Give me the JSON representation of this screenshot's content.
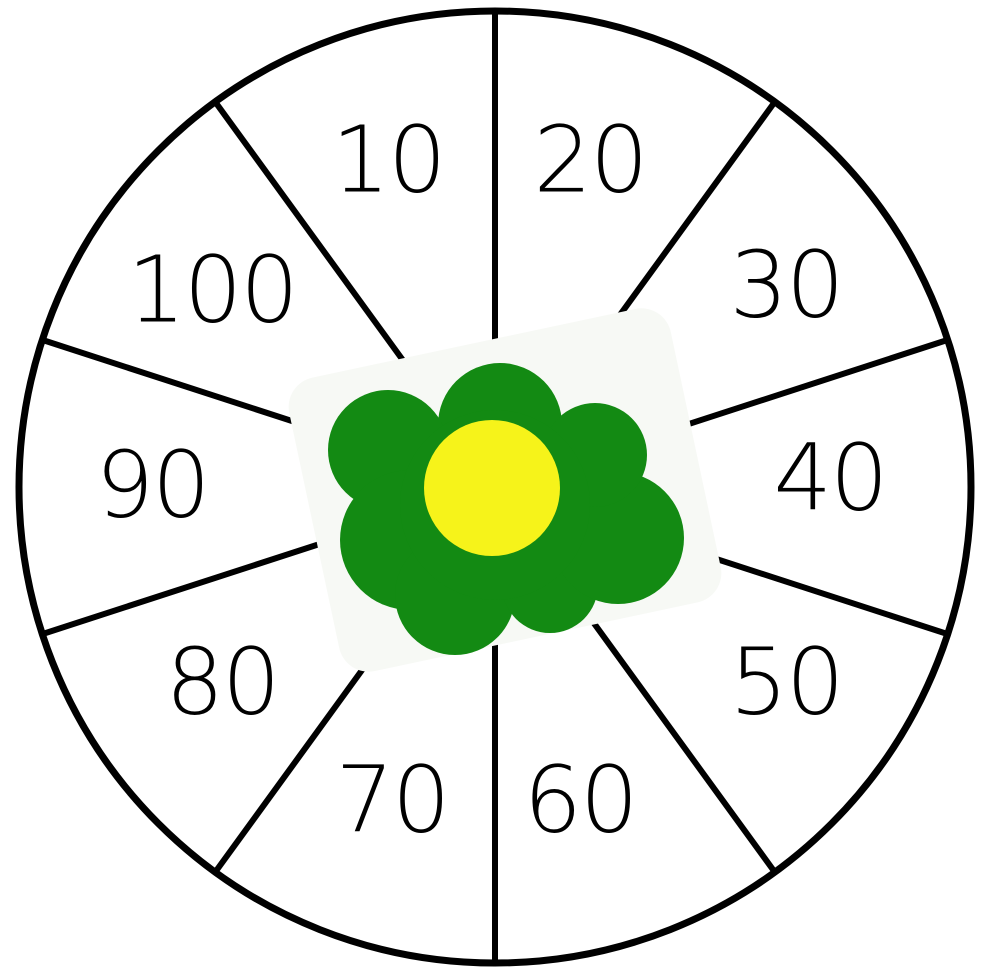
{
  "spinner": {
    "segments": [
      {
        "label": "10"
      },
      {
        "label": "20"
      },
      {
        "label": "30"
      },
      {
        "label": "40"
      },
      {
        "label": "50"
      },
      {
        "label": "60"
      },
      {
        "label": "70"
      },
      {
        "label": "80"
      },
      {
        "label": "90"
      },
      {
        "label": "100"
      }
    ],
    "colors": {
      "rim": "#000000",
      "background": "#ffffff",
      "hub_outer": "#138a13",
      "hub_inner": "#f6f31a"
    }
  }
}
